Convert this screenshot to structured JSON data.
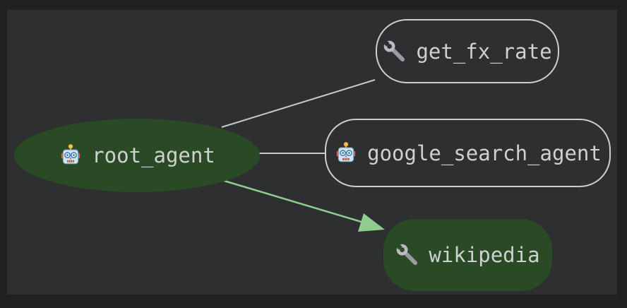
{
  "colors": {
    "frame_bg": "#202122",
    "canvas_bg": "#2d2f31",
    "node_fill_green": "#2a4a25",
    "node_outline": "#cdced0",
    "edge_gray": "#c9cacc",
    "edge_green": "#90cc8e",
    "label_text": "#cfd0d2"
  },
  "nodes": [
    {
      "id": "root_agent",
      "label": "root_agent",
      "icon": "robot-icon",
      "shape": "ellipse",
      "highlighted": true
    },
    {
      "id": "get_fx_rate",
      "label": "get_fx_rate",
      "icon": "wrench-icon",
      "shape": "rounded-rect",
      "highlighted": false
    },
    {
      "id": "google_search_agent",
      "label": "google_search_agent",
      "icon": "robot-icon",
      "shape": "rounded-rect",
      "highlighted": false
    },
    {
      "id": "wikipedia",
      "label": "wikipedia",
      "icon": "wrench-icon",
      "shape": "rounded-rect",
      "highlighted": true
    }
  ],
  "edges": [
    {
      "from": "root_agent",
      "to": "get_fx_rate",
      "style": "plain",
      "color": "#c9cacc"
    },
    {
      "from": "root_agent",
      "to": "google_search_agent",
      "style": "plain",
      "color": "#c9cacc"
    },
    {
      "from": "root_agent",
      "to": "wikipedia",
      "style": "arrow",
      "color": "#90cc8e"
    }
  ]
}
